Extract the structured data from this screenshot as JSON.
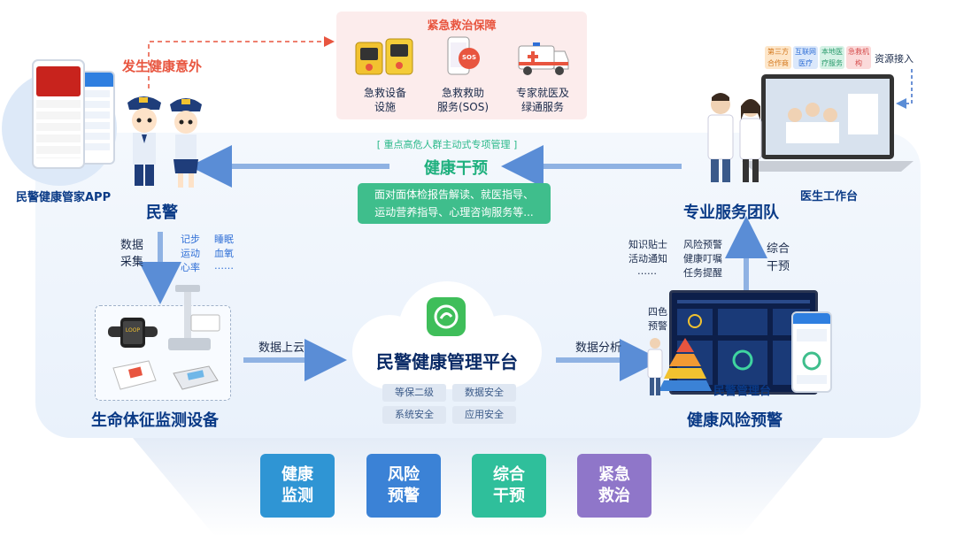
{
  "emergency": {
    "title": "紧急救治保障",
    "items": [
      {
        "line1": "急救设备",
        "line2": "设施"
      },
      {
        "line1": "急救救助",
        "line2": "服务(SOS)"
      },
      {
        "line1": "专家就医及",
        "line2": "绿通服务"
      }
    ],
    "sos_text": "SOS"
  },
  "health_accident": "发生健康意外",
  "app_label": "民警健康管家APP",
  "police_label": "民警",
  "intervention": {
    "subtitle": "[ 重点高危人群主动式专项管理 ]",
    "title": "健康干预",
    "desc_line1": "面对面体检报告解读、就医指导、",
    "desc_line2": "运动营养指导、心理咨询服务等..."
  },
  "resource_tags": [
    "第三方合作商",
    "互联网医疗",
    "本地医疗服务",
    "急救机构"
  ],
  "resource_access": "资源接入",
  "doctor_workbench": "医生工作台",
  "service_team": "专业服务团队",
  "data_collect": {
    "line1": "数据",
    "line2": "采集"
  },
  "metrics": {
    "col1": [
      "记步",
      "运动",
      "心率"
    ],
    "col2": [
      "睡眠",
      "血氧",
      "……"
    ]
  },
  "devices_label": "生命体征监测设备",
  "data_upload": "数据上云",
  "platform": {
    "title": "民警健康管理平台",
    "tags": [
      "等保二级",
      "数据安全",
      "系统安全",
      "应用安全"
    ]
  },
  "data_analysis": "数据分析",
  "four_color": {
    "line1": "四色",
    "line2": "预警"
  },
  "mgmt_platform": "民警管理台",
  "risk_warning": "健康风险预警",
  "notices": {
    "col1": [
      "知识贴士",
      "活动通知",
      "……"
    ],
    "col2": [
      "风险预警",
      "健康叮嘱",
      "任务提醒"
    ]
  },
  "integrated_intervention": {
    "line1": "综合",
    "line2": "干预"
  },
  "bottom_cards": [
    {
      "line1": "健康",
      "line2": "监测",
      "color": "#2f95d4"
    },
    {
      "line1": "风险",
      "line2": "预警",
      "color": "#3b82d6"
    },
    {
      "line1": "综合",
      "line2": "干预",
      "color": "#2fbf9b"
    },
    {
      "line1": "紧急",
      "line2": "救治",
      "color": "#8f76c9"
    }
  ],
  "colors": {
    "arrow": "#5a8dd6",
    "title_red": "#e8553f",
    "accent_green": "#3fbe8c",
    "navy": "#0a3a86"
  },
  "screen": {
    "loop": "LOOP"
  }
}
